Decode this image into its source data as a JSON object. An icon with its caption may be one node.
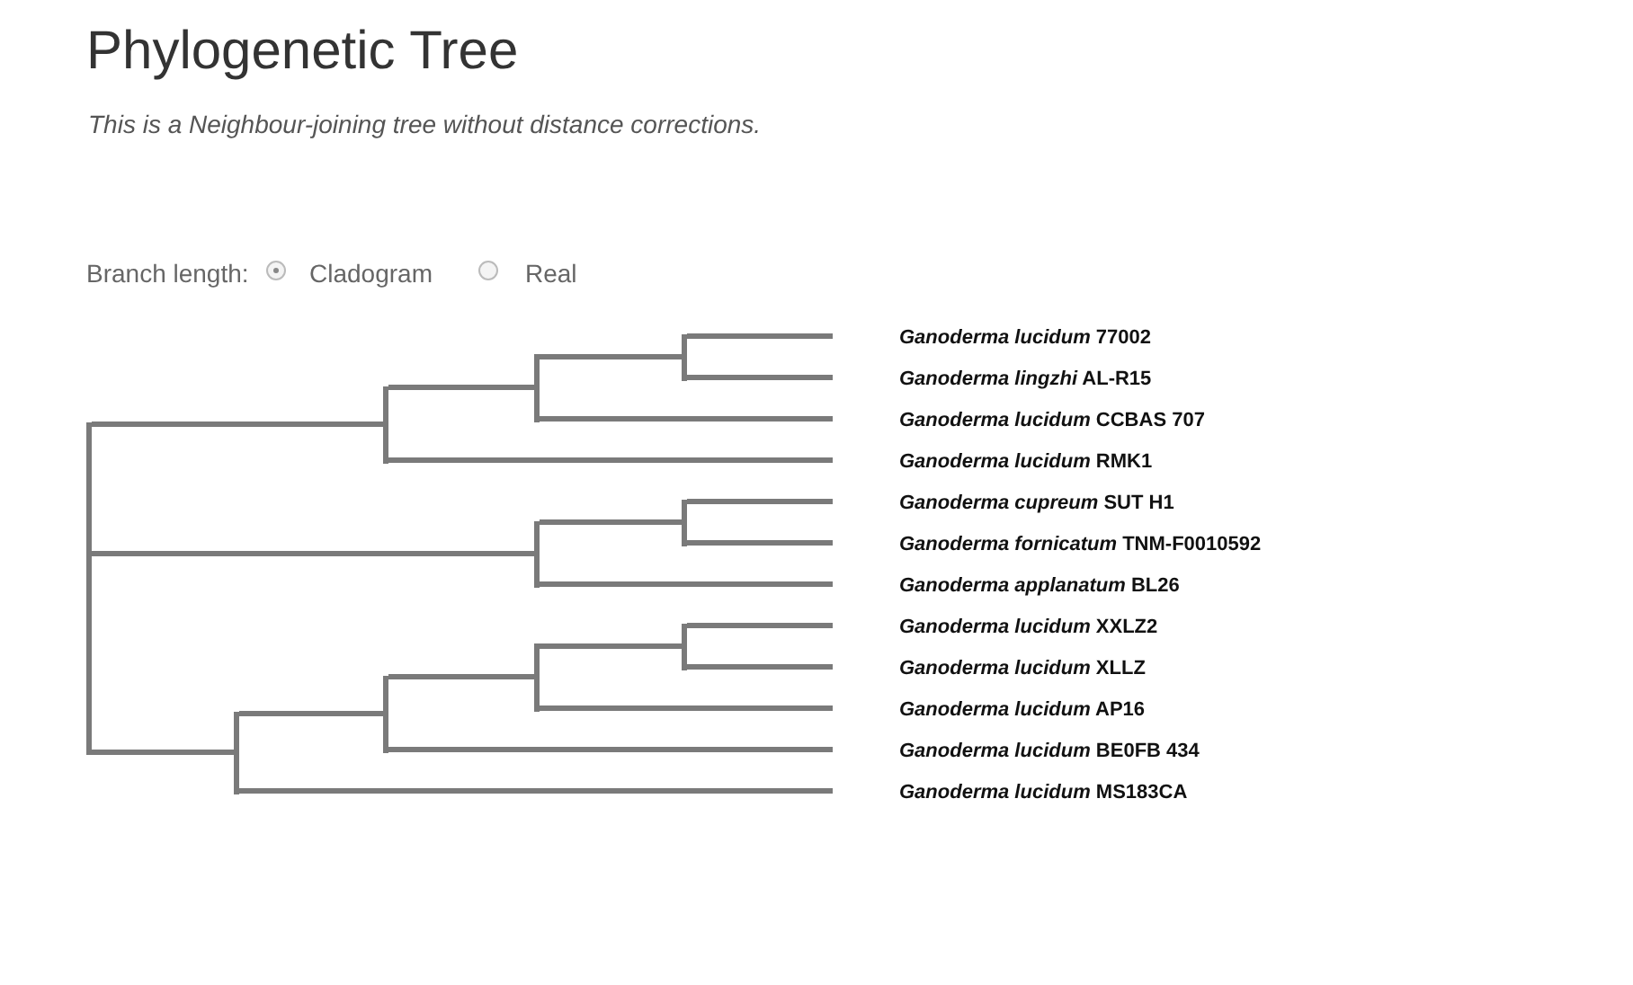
{
  "diagram": {
    "title": "Phylogenetic Tree",
    "nodes": [
      {
        "text": [
          "*Ganoderma lucidum* 77002"
        ]
      },
      {
        "text": [
          "*Ganoderma lingzhi* AL-R15"
        ]
      },
      {
        "text": [
          "*Ganoderma lucidum* CCBAS 707"
        ]
      },
      {
        "text": [
          "*Ganoderma lucidum* RMK1"
        ]
      },
      {
        "text": [
          "*Ganoderma cupreum* SUT H1"
        ]
      },
      {
        "text": [
          "*Ganoderma fornicatum* TNM-F0010592"
        ]
      },
      {
        "text": [
          "*Ganoderma applanatum* BL26"
        ]
      },
      {
        "text": [
          "*Ganoderma lucidum* XXLZ2"
        ]
      },
      {
        "text": [
          "*Ganoderma lucidum* XLLZ"
        ]
      },
      {
        "text": [
          "*Ganoderma lucidum* AP16"
        ]
      },
      {
        "text": [
          "*Ganoderma lucidum* BE0FB 434"
        ]
      },
      {
        "text": [
          "*Ganoderma lucidum* MS183CA"
        ]
      },
      {
        "text": [],
        "shape": "bar"
      },
      {
        "text": [],
        "shape": "bar"
      },
      {
        "text": [],
        "shape": "bar"
      },
      {
        "text": [],
        "shape": "bar"
      },
      {
        "text": [],
        "shape": "bar"
      },
      {
        "text": [],
        "shape": "bar"
      },
      {
        "text": [],
        "shape": "bar"
      },
      {
        "text": [],
        "shape": "bar"
      },
      {
        "text": [],
        "shape": "bar"
      },
      {
        "text": [],
        "shape": "bar"
      }
    ],
    "edges": [
      {
        "from": 12,
        "to": 14,
        "arrow": "none"
      },
      {
        "from": 12,
        "to": 17,
        "arrow": "none"
      },
      {
        "from": 12,
        "to": 13,
        "arrow": "none"
      },
      {
        "from": 14,
        "to": 16,
        "arrow": "none"
      },
      {
        "from": 14,
        "to": 3,
        "arrow": "none"
      },
      {
        "from": 16,
        "to": 19,
        "arrow": "none"
      },
      {
        "from": 16,
        "to": 2,
        "arrow": "none"
      },
      {
        "from": 19,
        "to": 0,
        "arrow": "none"
      },
      {
        "from": 19,
        "to": 1,
        "arrow": "none"
      },
      {
        "from": 17,
        "to": 20,
        "arrow": "none"
      },
      {
        "from": 17,
        "to": 6,
        "arrow": "none"
      },
      {
        "from": 20,
        "to": 4,
        "arrow": "none"
      },
      {
        "from": 20,
        "to": 5,
        "arrow": "none"
      },
      {
        "from": 13,
        "to": 15,
        "arrow": "none"
      },
      {
        "from": 13,
        "to": 11,
        "arrow": "none"
      },
      {
        "from": 15,
        "to": 18,
        "arrow": "none"
      },
      {
        "from": 15,
        "to": 10,
        "arrow": "none"
      },
      {
        "from": 18,
        "to": 21,
        "arrow": "none"
      },
      {
        "from": 18,
        "to": 9,
        "arrow": "none"
      },
      {
        "from": 21,
        "to": 7,
        "arrow": "none"
      },
      {
        "from": 21,
        "to": 8,
        "arrow": "none"
      }
    ],
    "labels": [
      "This is a Neighbour-joining tree without distance corrections.",
      "Branch length:",
      "Cladogram",
      "Real"
    ]
  }
}
